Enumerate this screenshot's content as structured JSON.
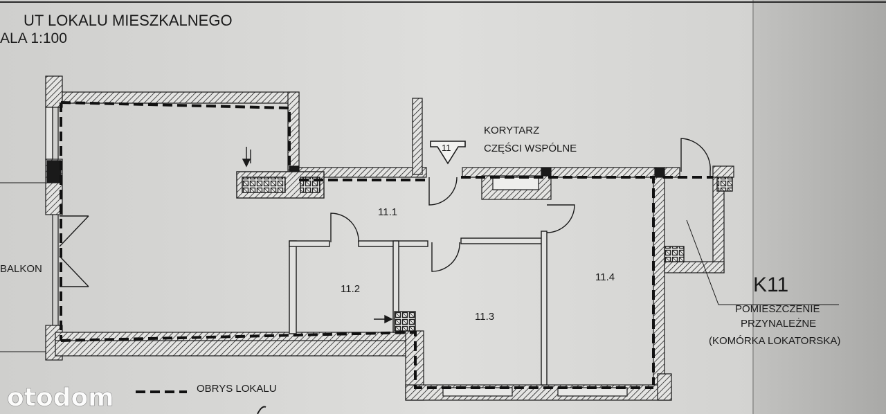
{
  "header": {
    "title_line1": "UT  LOKALU MIESZKALNEGO",
    "title_line2": "ALA 1:100"
  },
  "corridor": {
    "label_line1": "KORYTARZ",
    "label_line2": "CZĘŚCI WSPÓLNE",
    "entrance_number": "11"
  },
  "rooms": {
    "r1": "11.1",
    "r2": "11.2",
    "r3": "11.3",
    "r4": "11.4"
  },
  "balcony": {
    "label": "BALKON"
  },
  "storage": {
    "code": "K11",
    "line1": "POMIESZCZENIE",
    "line2": "PRZYNALEŻNE",
    "line3": "(KOMÓRKA LOKATORSKA)"
  },
  "legend": {
    "outline_label": "OBRYS LOKALU"
  },
  "watermark": {
    "text": "otodom"
  },
  "colors": {
    "paper": "#dcdcda",
    "paper_dark": "#b8b8b6",
    "ink": "#1a1a1a"
  }
}
